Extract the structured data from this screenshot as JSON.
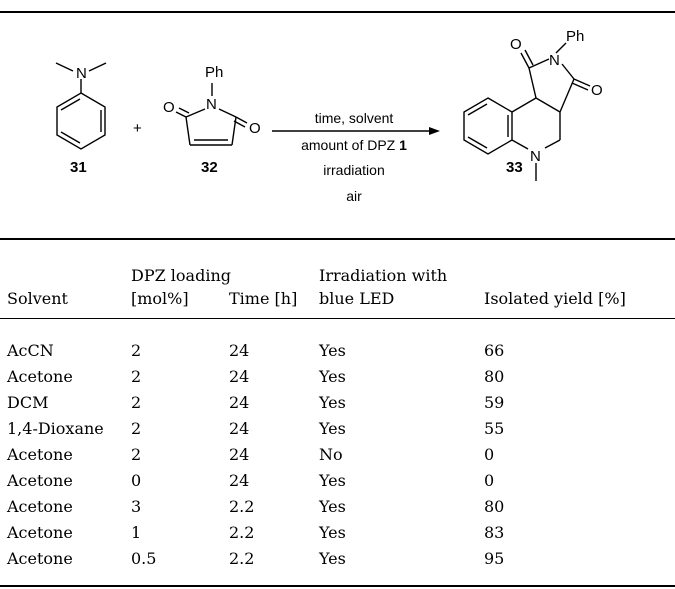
{
  "scheme": {
    "compound_31": "31",
    "compound_32": "32",
    "compound_33": "33",
    "atom_N": "N",
    "atom_O": "O",
    "ph": "Ph",
    "plus": "+",
    "conditions": {
      "line1": "time, solvent",
      "line2_prefix": "amount of DPZ ",
      "line2_bold": "1",
      "line3": "irradiation",
      "line4": "air"
    }
  },
  "table": {
    "headers": {
      "solvent": "Solvent",
      "loading_l1": "DPZ loading",
      "loading_l2": "[mol%]",
      "time": "Time [h]",
      "irr_l1": "Irradiation with",
      "irr_l2": "blue LED",
      "yield": "Isolated yield [%]"
    },
    "rows": [
      [
        "AcCN",
        "2",
        "24",
        "Yes",
        "66"
      ],
      [
        "Acetone",
        "2",
        "24",
        "Yes",
        "80"
      ],
      [
        "DCM",
        "2",
        "24",
        "Yes",
        "59"
      ],
      [
        "1,4-Dioxane",
        "2",
        "24",
        "Yes",
        "55"
      ],
      [
        "Acetone",
        "2",
        "24",
        "No",
        "0"
      ],
      [
        "Acetone",
        "0",
        "24",
        "Yes",
        "0"
      ],
      [
        "Acetone",
        "3",
        "2.2",
        "Yes",
        "80"
      ],
      [
        "Acetone",
        "1",
        "2.2",
        "Yes",
        "83"
      ],
      [
        "Acetone",
        "0.5",
        "2.2",
        "Yes",
        "95"
      ]
    ]
  }
}
